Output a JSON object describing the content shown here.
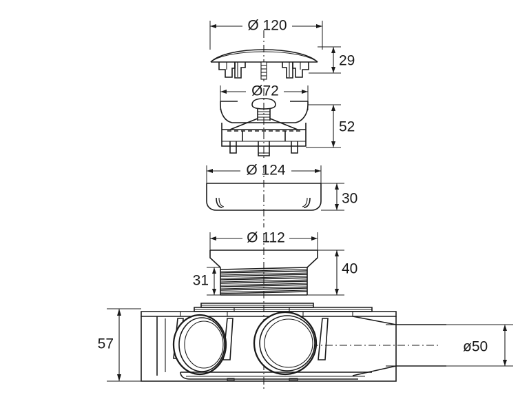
{
  "drawing": {
    "title": "Shower drain assembly cross-section drawing",
    "background_color": "#ffffff",
    "line_color": "#1a1a1a",
    "units": "mm"
  },
  "dimensions": {
    "cap_diameter": "Ø 120",
    "cap_height": "29",
    "insert_diameter": "Ø72",
    "insert_height": "52",
    "bowl_diameter": "Ø 124",
    "bowl_height": "30",
    "thread_diameter": "Ø 112",
    "thread_length": "31",
    "body_upper_height": "40",
    "main_body_height": "57",
    "outlet_diameter": "ø50"
  },
  "parts": [
    {
      "name": "cover-cap",
      "diameter_label": "Ø 120",
      "height_label": "29"
    },
    {
      "name": "trap-insert",
      "diameter_label": "Ø72",
      "height_label": "52"
    },
    {
      "name": "drain-bowl",
      "diameter_label": "Ø 124",
      "height_label": "30"
    },
    {
      "name": "threaded-collar",
      "diameter_label": "Ø 112",
      "thread_label": "31",
      "height_label": "40"
    },
    {
      "name": "main-body",
      "height_label": "57",
      "outlet_label": "ø50"
    }
  ]
}
